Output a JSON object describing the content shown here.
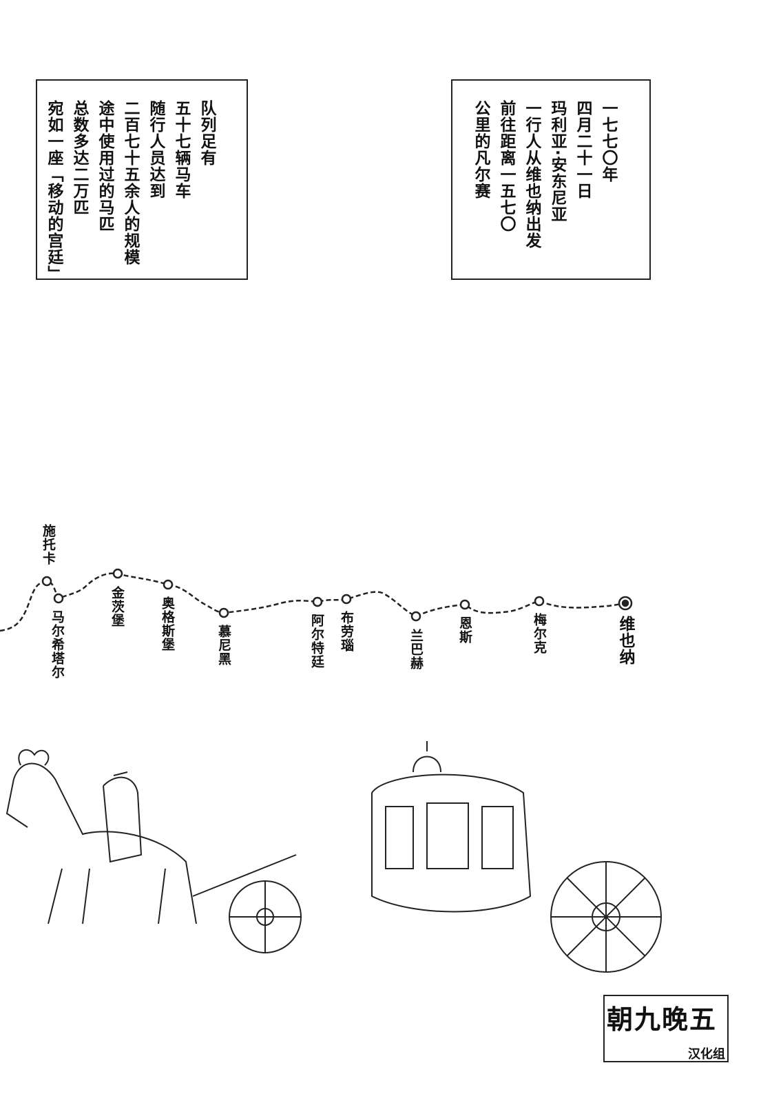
{
  "caption_left": {
    "lines": [
      "队列足有",
      "五十七辆马车",
      "随行人员达到",
      "二百七十五余人的规模",
      "途中使用过的马匹",
      "总数多达二万匹",
      "宛如一座「移动的宫廷」"
    ]
  },
  "caption_right": {
    "lines": [
      "一七七〇年",
      "四月二十一日",
      "玛利亚·安东尼亚",
      "一行人从维也纳出发",
      "前往距离一五七〇",
      "公里的凡尔赛"
    ]
  },
  "route": {
    "stations": [
      "施托卡",
      "马尔希塔尔",
      "金茨堡",
      "奥格斯堡",
      "慕尼黑",
      "阿尔特廷",
      "布劳瑙",
      "兰巴赫",
      "恩斯",
      "梅尔克",
      "维也纳"
    ],
    "origin": "维也纳"
  },
  "watermark": {
    "main": "朝九晚五",
    "sub": "汉化组"
  }
}
